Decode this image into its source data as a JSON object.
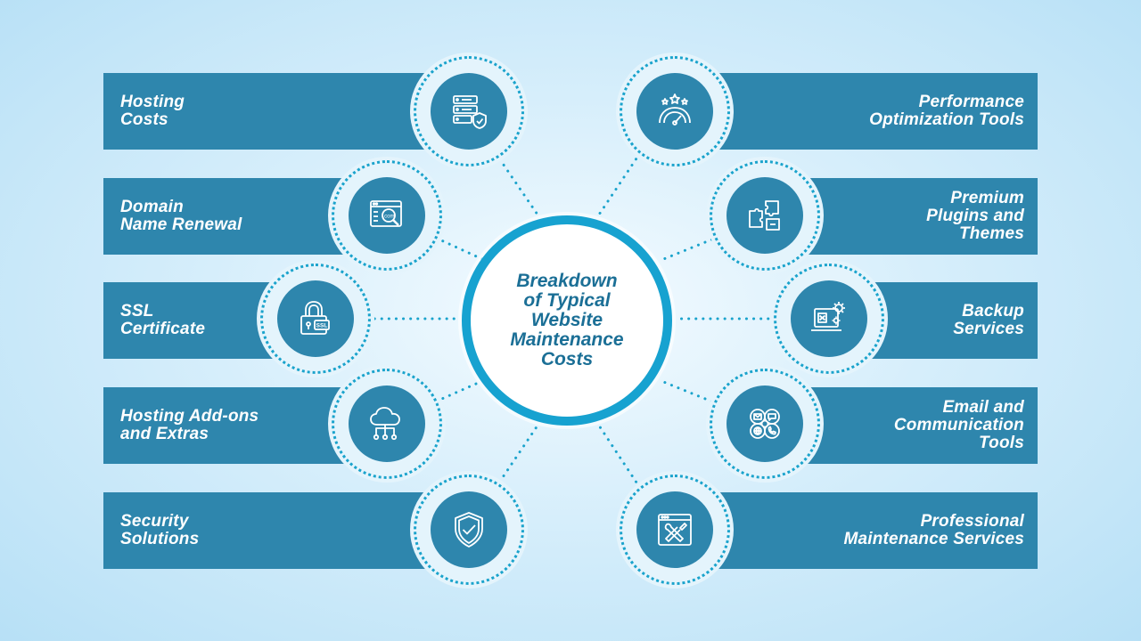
{
  "center": {
    "title": "Breakdown\nof Typical\nWebsite\nMaintenance\nCosts"
  },
  "colors": {
    "bar": "#2e86ad",
    "ring": "#17a2d0",
    "dots": "#1aa3cc",
    "center_text": "#1b6f96",
    "background": "#cfeaf8"
  },
  "items": [
    {
      "label": "Hosting\nCosts",
      "icon": "server-shield-icon"
    },
    {
      "label": "Domain\nName Renewal",
      "icon": "domain-search-icon"
    },
    {
      "label": "SSL\nCertificate",
      "icon": "ssl-lock-icon"
    },
    {
      "label": "Hosting Add-ons\nand Extras",
      "icon": "cloud-network-icon"
    },
    {
      "label": "Security\nSolutions",
      "icon": "shield-check-icon"
    },
    {
      "label": "Performance\nOptimization Tools",
      "icon": "speedometer-stars-icon"
    },
    {
      "label": "Premium\nPlugins and\nThemes",
      "icon": "puzzle-pieces-icon"
    },
    {
      "label": "Backup\nServices",
      "icon": "backup-laptop-icon"
    },
    {
      "label": "Email and\nCommunication\nTools",
      "icon": "communication-icon"
    },
    {
      "label": "Professional\nMaintenance Services",
      "icon": "tools-window-icon"
    }
  ]
}
